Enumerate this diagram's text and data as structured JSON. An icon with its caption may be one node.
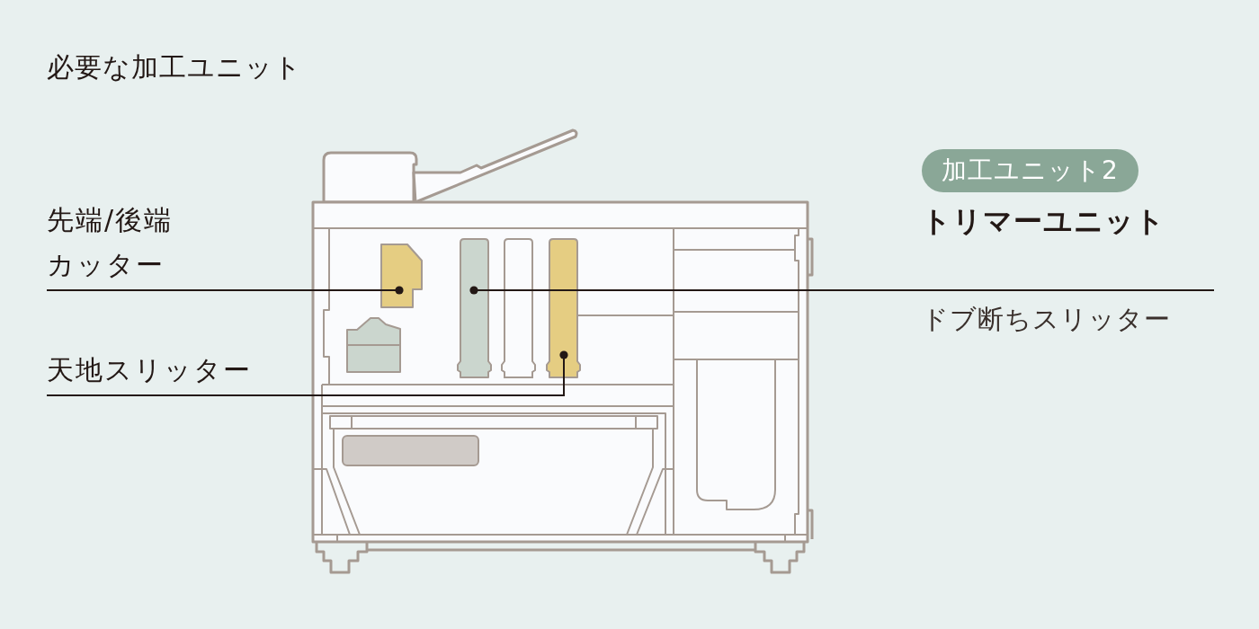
{
  "diagram": {
    "title": "必要な加工ユニット",
    "nodes": [
      {
        "text": [
          "加工ユニット2"
        ]
      },
      {
        "text": [
          "先端/後端カッター"
        ]
      },
      {
        "text": [
          "トリマーユニット",
          "ドブ断ちスリッター"
        ]
      },
      {
        "text": [],
        "shape": "box"
      },
      {
        "text": [],
        "shape": "bar"
      },
      {
        "text": [],
        "shape": "bar"
      },
      {
        "text": [
          "天地スリッター"
        ]
      }
    ],
    "edges": [
      {
        "from": 1,
        "to": 3,
        "arrow": "other"
      },
      {
        "from": 2,
        "to": 4,
        "arrow": "other"
      },
      {
        "from": 6,
        "to": 5,
        "arrow": "other"
      }
    ]
  }
}
